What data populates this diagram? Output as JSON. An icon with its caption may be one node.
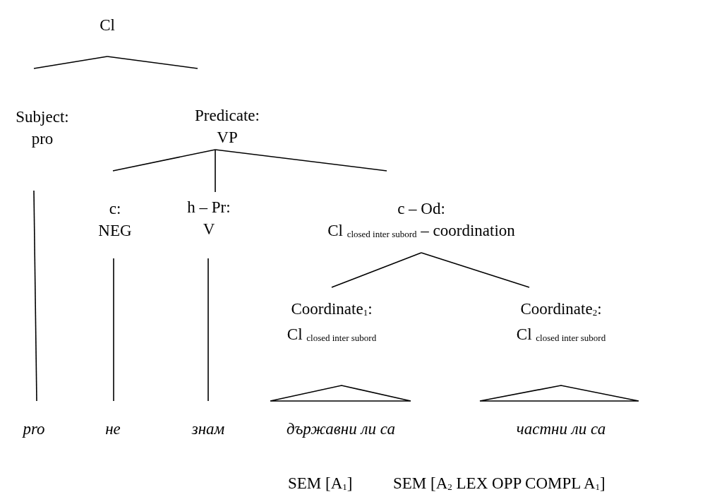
{
  "diagram": {
    "nodes": [
      {
        "text": [
          "Cl"
        ]
      },
      {
        "text": [
          "Subject:",
          "pro"
        ]
      },
      {
        "text": [
          "Predicate:",
          "VP"
        ]
      },
      {
        "text": [
          "c:",
          "NEG"
        ]
      },
      {
        "text": [
          "h – Pr:",
          "V"
        ]
      },
      {
        "text": [
          "c – Od:",
          "Cl $_{closed inter subord}$ – coordination"
        ]
      },
      {
        "text": [
          "Coordinate$_{1}$:",
          "Cl $_{closed inter subord}$"
        ]
      },
      {
        "text": [
          "Coordinate$_{2}$:",
          "Cl $_{closed inter subord}$"
        ]
      },
      {
        "text": [
          "pro"
        ]
      },
      {
        "text": [
          "не"
        ]
      },
      {
        "text": [
          "знам"
        ]
      },
      {
        "text": [
          "държавни ли са"
        ]
      },
      {
        "text": [
          "частни ли са"
        ]
      }
    ],
    "edges": [
      {
        "from": 0,
        "to": 1,
        "arrow": "none"
      },
      {
        "from": 0,
        "to": 2,
        "arrow": "none"
      },
      {
        "from": 1,
        "to": 8,
        "arrow": "none"
      },
      {
        "from": 2,
        "to": 3,
        "arrow": "none"
      },
      {
        "from": 2,
        "to": 4,
        "arrow": "none"
      },
      {
        "from": 2,
        "to": 5,
        "arrow": "none"
      },
      {
        "from": 3,
        "to": 9,
        "arrow": "none"
      },
      {
        "from": 4,
        "to": 10,
        "arrow": "none"
      },
      {
        "from": 5,
        "to": 6,
        "arrow": "none"
      },
      {
        "from": 5,
        "to": 7,
        "arrow": "none"
      },
      {
        "from": 6,
        "to": 11,
        "arrow": "none"
      },
      {
        "from": 7,
        "to": 12,
        "arrow": "none"
      }
    ],
    "labels": [
      "SEM [A$_{1}$]",
      "SEM [A$_{2}$ LEX OPP COMPL A$_{1}$]"
    ]
  }
}
